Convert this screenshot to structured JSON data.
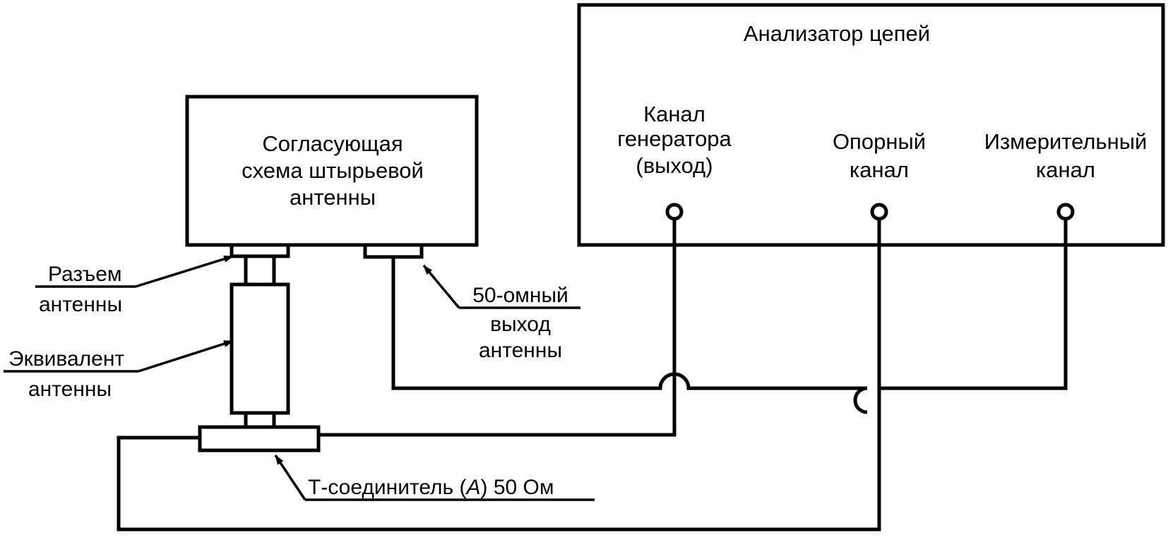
{
  "analyzer": {
    "title": "Анализатор цепей",
    "generator_line1": "Канал",
    "generator_line2": "генератора",
    "generator_line3": "(выход)",
    "reference_line1": "Опорный",
    "reference_line2": "канал",
    "measuring_line1": "Измерительный",
    "measuring_line2": "канал"
  },
  "matching_circuit": {
    "line1": "Согласующая",
    "line2": "схема штырьевой",
    "line3": "антенны"
  },
  "callouts": {
    "connector_line1": "Разъем",
    "connector_line2": "антенны",
    "equivalent_line1": "Эквивалент",
    "equivalent_line2": "антенны",
    "output_line1": "50-омный",
    "output_line2": "выход",
    "output_line3": "антенны",
    "tee_prefix": "Т-соединитель (",
    "tee_letter": "A",
    "tee_suffix": ") 50 Ом"
  }
}
